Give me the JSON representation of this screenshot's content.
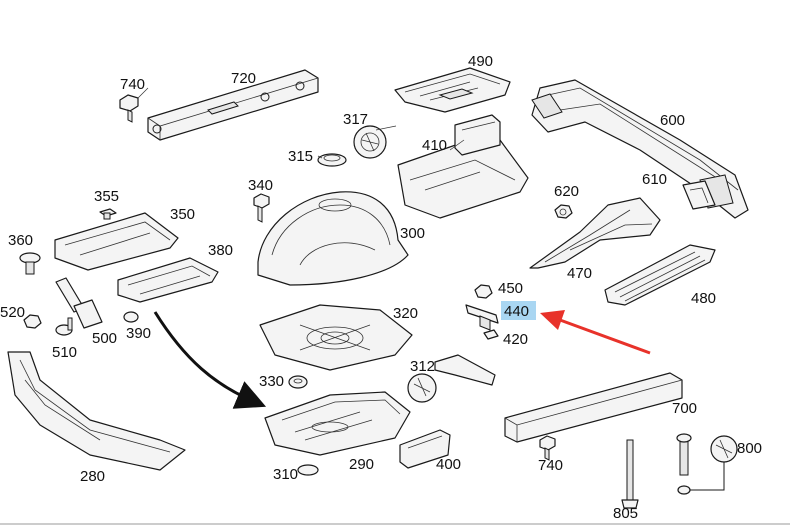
{
  "labels": {
    "p740a": "740",
    "p720": "720",
    "p490": "490",
    "p600": "600",
    "p317": "317",
    "p315": "315",
    "p410": "410",
    "p340": "340",
    "p620": "620",
    "p610": "610",
    "p355": "355",
    "p350": "350",
    "p300": "300",
    "p360": "360",
    "p380": "380",
    "p470": "470",
    "p480": "480",
    "p450": "450",
    "p440": "440",
    "p420": "420",
    "p520": "520",
    "p500": "500",
    "p390": "390",
    "p510": "510",
    "p320": "320",
    "p312": "312",
    "p330": "330",
    "p700": "700",
    "p800": "800",
    "p290": "290",
    "p400": "400",
    "p740b": "740",
    "p310": "310",
    "p280": "280",
    "p805": "805"
  },
  "colors": {
    "highlight": "#a9d6f2",
    "arrow_red": "#e8322a",
    "arrow_black": "#111111"
  },
  "highlighted_label": "440"
}
